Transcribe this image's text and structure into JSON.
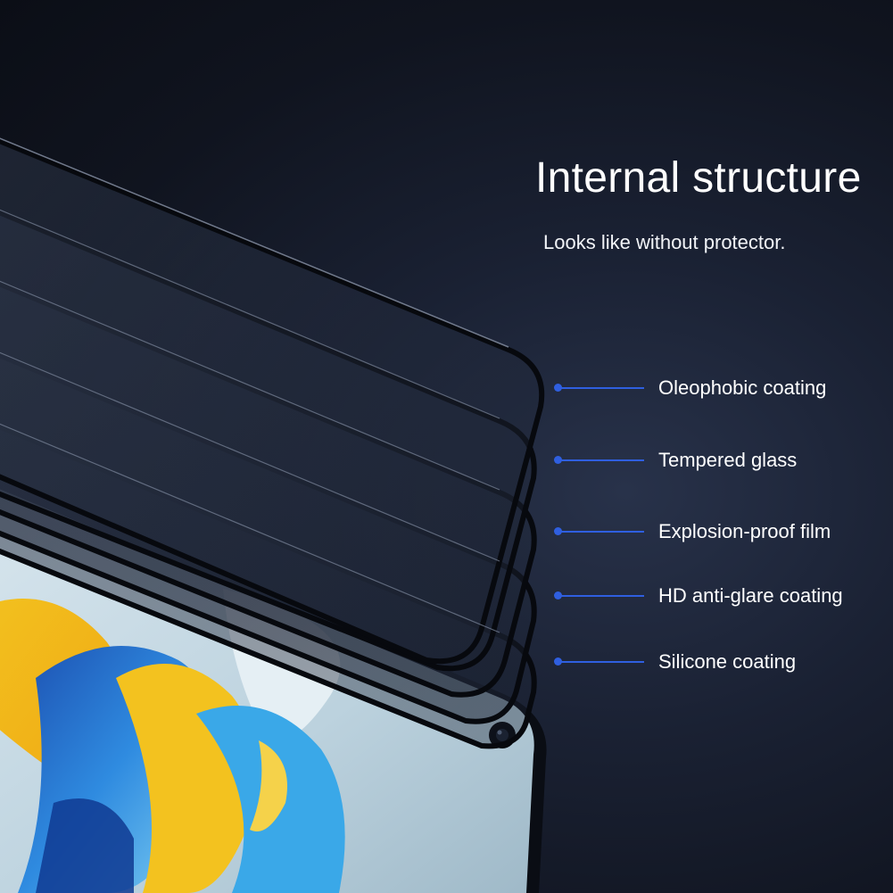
{
  "heading": {
    "title": "Internal structure",
    "subtitle": "Looks like without protector."
  },
  "layers": [
    {
      "label": "Oleophobic coating"
    },
    {
      "label": "Tempered glass"
    },
    {
      "label": "Explosion-proof film"
    },
    {
      "label": "HD anti-glare coating"
    },
    {
      "label": "Silicone coating"
    }
  ],
  "colors": {
    "accent": "#2f5fe0",
    "background": "#141a28",
    "text": "#ffffff"
  }
}
